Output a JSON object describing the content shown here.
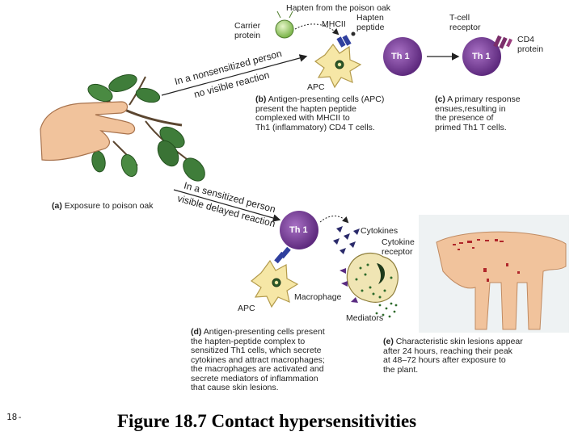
{
  "slide": {
    "number": "18-",
    "title": "Figure 18.7 Contact hypersensitivities"
  },
  "labels": {
    "hapten_from_poison_oak": "Hapten from the poison oak",
    "carrier_protein": "Carrier\nprotein",
    "mhcii": "MHCII",
    "hapten_peptide": "Hapten\npeptide",
    "t_cell_receptor": "T-cell\nreceptor",
    "cd4_protein": "CD4\nprotein",
    "th1": "Th 1",
    "apc": "APC",
    "cytokines": "Cytokines",
    "cytokine_receptor": "Cytokine\nreceptor",
    "macrophage": "Macrophage",
    "mediators": "Mediators"
  },
  "paths": {
    "nonsensitized_line1": "In a nonsensitized person",
    "nonsensitized_line2": "no visible reaction",
    "sensitized_line1": "In a sensitized person",
    "sensitized_line2": "visible delayed reaction"
  },
  "captions": {
    "a_tag": "(a)",
    "a_text": "Exposure to poison oak",
    "b_tag": "(b)",
    "b_text": "Antigen-presenting cells (APC)\npresent the hapten peptide\ncomplexed with MHCII to\nTh1 (inflammatory) CD4 T cells.",
    "c_tag": "(c)",
    "c_text": "A primary response\nensues,resulting in\nthe presence of\nprimed Th1 T cells.",
    "d_tag": "(d)",
    "d_text": "Antigen-presenting cells present\nthe hapten-peptide complex to\nsensitized Th1 cells, which secrete\ncytokines and attract macrophages;\nthe macrophages are activated and\nsecrete mediators of inflammation\nthat cause skin lesions.",
    "e_tag": "(e)",
    "e_text": "Characteristic skin lesions appear\nafter 24 hours, reaching their peak\nat 48–72 hours after exposure to\nthe plant."
  },
  "colors": {
    "th1_cell": "#7b3f9e",
    "apc_cell": "#f6e7a6",
    "carrier": "#a8d27a",
    "leaf": "#3f7d3a",
    "skin": "#f1c39c",
    "lesion": "#b0262a"
  }
}
